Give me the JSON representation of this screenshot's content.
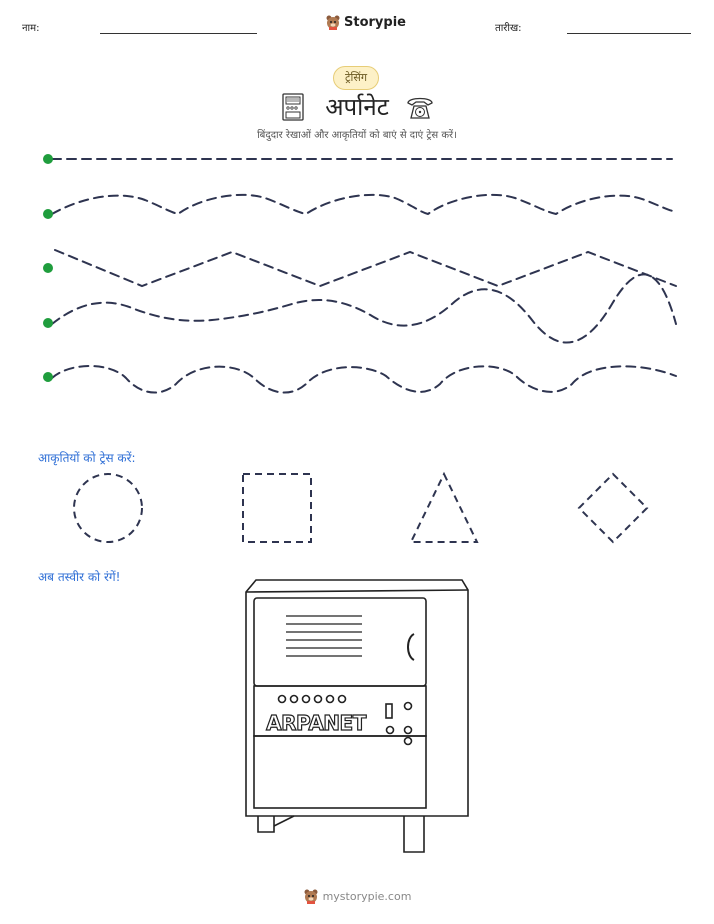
{
  "header": {
    "name_label": "नाम:",
    "date_label": "तारीख:",
    "brand": "Storypie"
  },
  "badge": "ट्रेसिंग",
  "title": "अर्पानेट",
  "subtitle": "बिंदुदार रेखाओं और आकृतियों को बाएं से दाएं ट्रेस करें।",
  "lines_section": {
    "patterns": [
      "straight",
      "wave",
      "zigzag",
      "wave",
      "wave-flat"
    ],
    "dot_color": "#1f9d3d",
    "stroke_color": "#2e3450"
  },
  "shapes_section": {
    "heading": "आकृतियों को ट्रेस करें:",
    "shapes": [
      "circle",
      "square",
      "triangle",
      "diamond"
    ]
  },
  "color_section": {
    "heading": "अब तस्वीर को रंगें!",
    "machine_label": "ARPANET"
  },
  "footer": {
    "site": "mystorypie.com"
  }
}
